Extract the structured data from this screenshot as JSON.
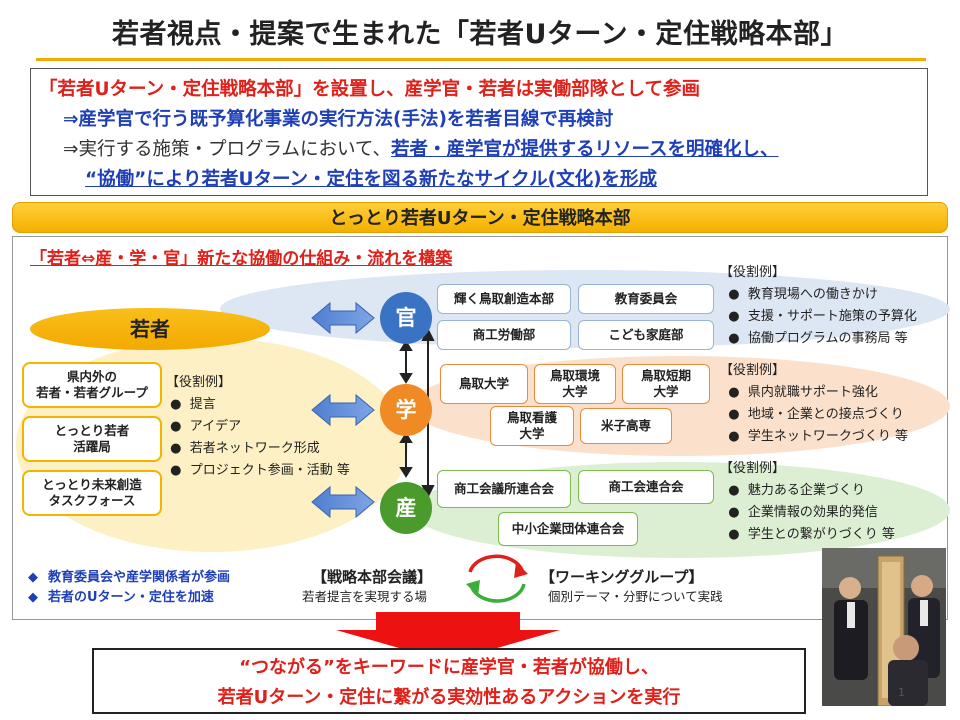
{
  "title": "若者視点・提案で生まれた「若者Uターン・定住戦略本部」",
  "intro": {
    "line1": "「若者Uターン・定住戦略本部」を設置し、産学官・若者は実働部隊として参画",
    "line2": "⇒産学官で行う既予算化事業の実行方法(手法)を若者目線で再検討",
    "line3_a": "⇒実行する施策・プログラムにおいて、",
    "line3_b": "若者・産学官が提供するリソースを明確化し、",
    "line4": "“協働”により若者Uターン・定住を図る新たなサイクル(文化)を形成"
  },
  "hq_band": "とっとり若者Uターン・定住戦略本部",
  "collab_heading": "「若者⇔産・学・官」新たな協働の仕組み・流れを構築",
  "youth": {
    "pill": "若者",
    "groups": [
      "県内外の\n若者・若者グループ",
      "とっとり若者\n活躍局",
      "とっとり未来創造\nタスクフォース"
    ],
    "role_header": "【役割例】",
    "roles": [
      "提言",
      "アイデア",
      "若者ネットワーク形成",
      "プロジェクト参画・活動 等"
    ]
  },
  "sectors": {
    "kan": {
      "label": "官",
      "orgs": [
        "輝く鳥取創造本部",
        "教育委員会",
        "商工労働部",
        "こども家庭部"
      ],
      "role_header": "【役割例】",
      "roles": [
        "教育現場への働きかけ",
        "支援・サポート施策の予算化",
        "協働プログラムの事務局 等"
      ]
    },
    "gaku": {
      "label": "学",
      "orgs": [
        "鳥取大学",
        "鳥取環境\n大学",
        "鳥取短期\n大学",
        "鳥取看護\n大学",
        "米子高専"
      ],
      "role_header": "【役割例】",
      "roles": [
        "県内就職サポート強化",
        "地域・企業との接点づくり",
        "学生ネットワークづくり 等"
      ]
    },
    "san": {
      "label": "産",
      "orgs": [
        "商工会議所連合会",
        "商工会連合会",
        "中小企業団体連合会"
      ],
      "role_header": "【役割例】",
      "roles": [
        "魅力ある企業づくり",
        "企業情報の効果的発信",
        "学生との繋がりづくり 等"
      ]
    }
  },
  "notes": [
    "教育委員会や産学関係者が参画",
    "若者のUターン・定住を加速"
  ],
  "meeting": {
    "title": "【戦略本部会議】",
    "sub": "若者提言を実現する場"
  },
  "working_group": {
    "title": "【ワーキンググループ】",
    "sub": "個別テーマ・分野について実践"
  },
  "result": {
    "line1": "“つながる”をキーワードに産学官・若者が協働し、",
    "line2": "若者Uターン・定住に繋がる実効性あるアクションを実行"
  },
  "page_number": "1",
  "colors": {
    "accent_yellow": "#f2b400",
    "red": "#e0201a",
    "blue": "#1f3fb7",
    "kan": "#3a73c4",
    "gaku": "#f08a24",
    "san": "#4a9a2c"
  }
}
